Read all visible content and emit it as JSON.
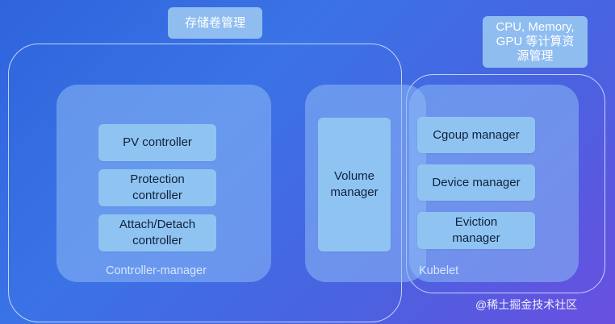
{
  "tags": {
    "storage": "存储卷管理",
    "compute": [
      "CPU, Memory,",
      "GPU 等计算资",
      "源管理"
    ]
  },
  "controller_manager": {
    "label": "Controller-manager",
    "items": [
      "PV controller",
      [
        "Protection",
        "controller"
      ],
      [
        "Attach/Detach",
        "controller"
      ]
    ]
  },
  "volume_manager": [
    "Volume",
    "manager"
  ],
  "kubelet": {
    "label": "Kubelet",
    "items": [
      "Cgoup manager",
      "Device manager",
      [
        "Eviction",
        "manager"
      ]
    ]
  },
  "watermark": "稀土掘金技术社区"
}
